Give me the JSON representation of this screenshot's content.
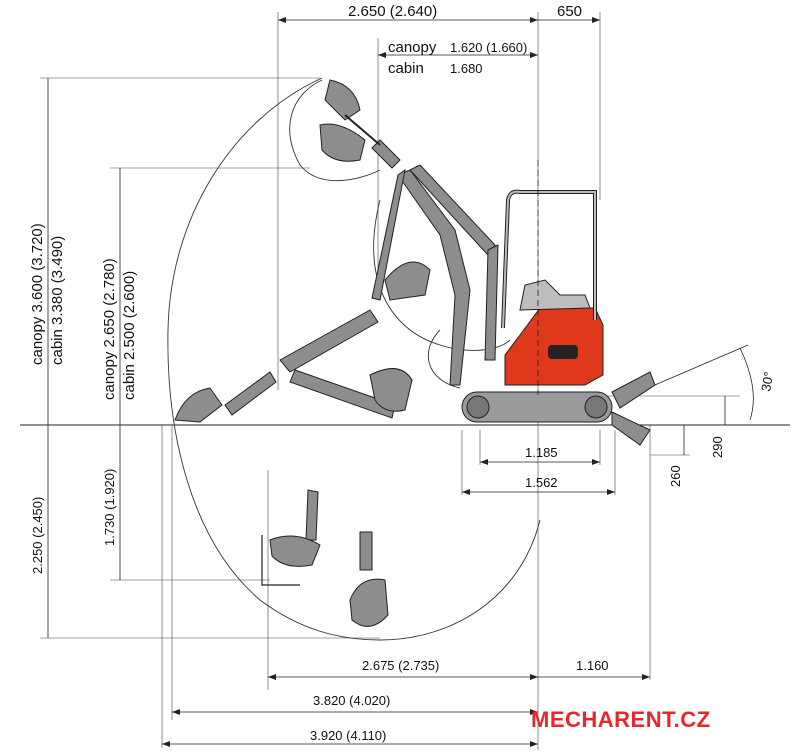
{
  "dimensions": {
    "top_reach": "2.650 (2.640)",
    "top_tail": "650",
    "canopy_reach_label": "canopy",
    "canopy_reach_value": "1.620 (1.660)",
    "cabin_reach_label": "cabin",
    "cabin_reach_value": "1.680",
    "max_height_canopy": "canopy 3.600 (3.720)",
    "max_height_cabin": "cabin     3.380 (3.490)",
    "dump_height_canopy": "canopy  2.650 (2.780)",
    "dump_height_cabin": "cabin     2.500 (2.600)",
    "max_depth": "2.250 (2.450)",
    "vertical_wall_depth": "1.730 (1.920)",
    "track_gauge": "1.185",
    "track_width": "1.562",
    "blade_lift": "290",
    "blade_drop": "260",
    "blade_angle": "30°",
    "reach_at_ground_depth": "2.675 (2.735)",
    "tail_radius": "1.160",
    "reach_ground": "3.820 (4.020)",
    "max_reach": "3.920 (4.110)"
  },
  "brand": {
    "text": "MECHARENT.CZ",
    "color": "#e8262b"
  },
  "colors": {
    "body": "#e0381b",
    "arm": "#8d8d8d"
  }
}
